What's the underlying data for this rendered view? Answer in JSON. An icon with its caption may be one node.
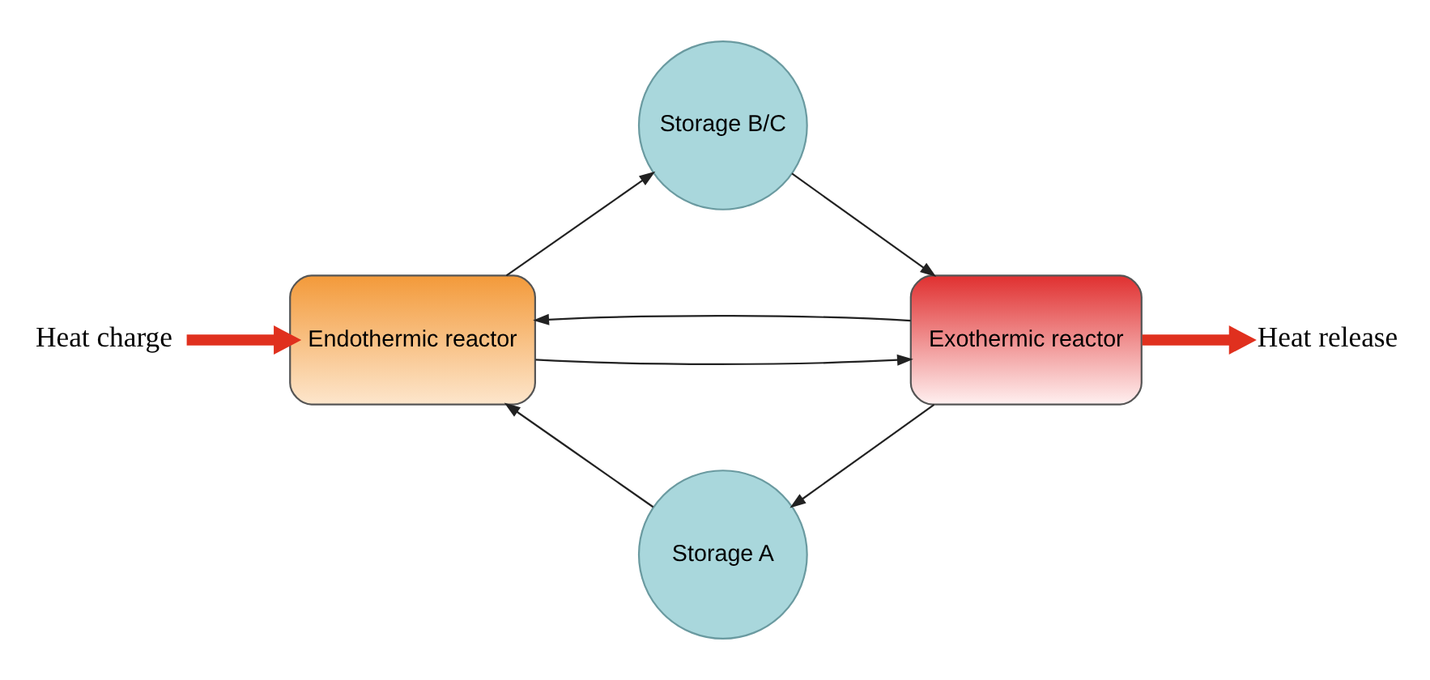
{
  "diagram": {
    "nodes": [
      {
        "text": [
          "Heat charge"
        ]
      },
      {
        "text": [
          "Endothermic reactor"
        ]
      },
      {
        "text": [
          "Storage B/C"
        ]
      },
      {
        "text": [
          "Exothermic reactor"
        ]
      },
      {
        "text": [
          "Heat release"
        ]
      },
      {
        "text": [
          "Storage A"
        ]
      }
    ],
    "edges": [
      {
        "from": 0,
        "to": 1,
        "arrow": "to",
        "style": "thick",
        "color": "#e0301e"
      },
      {
        "from": 1,
        "to": 3,
        "arrow": "to"
      },
      {
        "from": 1,
        "to": 2,
        "arrow": "to"
      },
      {
        "from": 2,
        "to": 3,
        "arrow": "to"
      },
      {
        "from": 3,
        "to": 1,
        "arrow": "to"
      },
      {
        "from": 3,
        "to": 5,
        "arrow": "to"
      },
      {
        "from": 5,
        "to": 1,
        "arrow": "to"
      },
      {
        "from": 3,
        "to": 4,
        "arrow": "to",
        "style": "thick",
        "color": "#e0301e"
      }
    ]
  }
}
